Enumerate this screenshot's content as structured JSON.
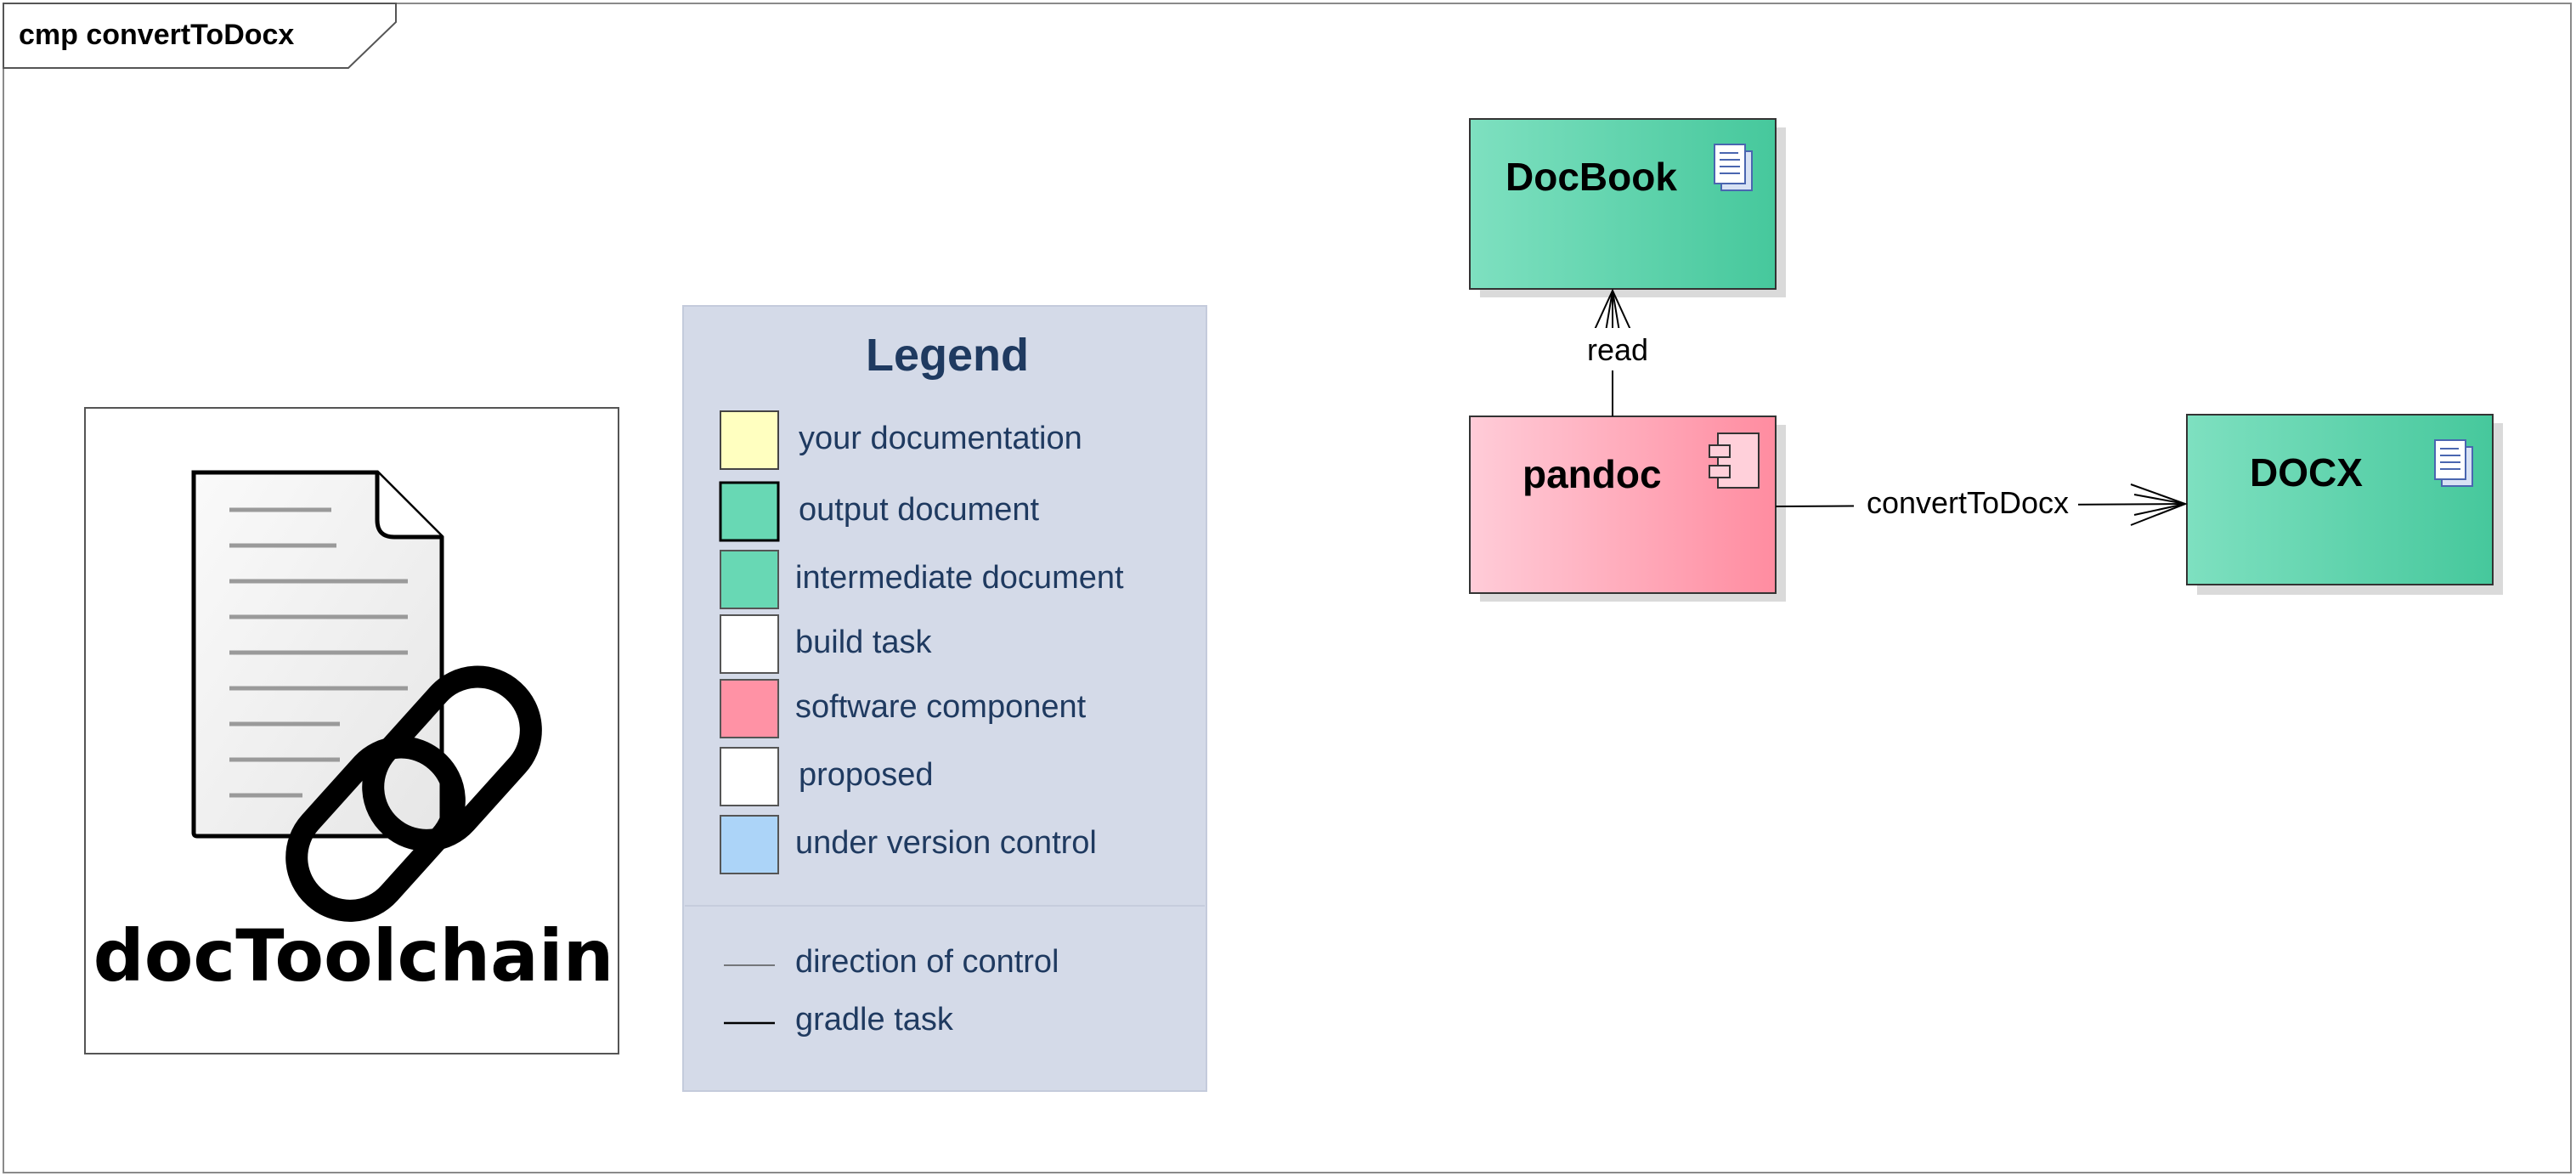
{
  "frame": {
    "title": "cmp convertToDocx"
  },
  "logo": {
    "text": "docToolchain"
  },
  "legend": {
    "title": "Legend",
    "items": [
      {
        "label": "your documentation",
        "color": "#ffffc0"
      },
      {
        "label": "output document",
        "color": "#68d8b4"
      },
      {
        "label": "intermediate document",
        "color": "#68d8b4"
      },
      {
        "label": "build task",
        "color": "#ffffff"
      },
      {
        "label": "software component",
        "color": "#ff92a5"
      },
      {
        "label": "proposed",
        "color": "#ffffff"
      },
      {
        "label": "under version control",
        "color": "#acd4f8"
      }
    ],
    "lines": [
      {
        "label": "direction of control"
      },
      {
        "label": "gradle task"
      }
    ]
  },
  "nodes": {
    "docbook": {
      "label": "DocBook",
      "icon": "document-icon"
    },
    "pandoc": {
      "label": "pandoc",
      "icon": "component-icon"
    },
    "docx": {
      "label": "DOCX",
      "icon": "document-icon"
    }
  },
  "edges": {
    "read": {
      "label": "read"
    },
    "convert": {
      "label": "convertToDocx"
    }
  },
  "colors": {
    "legend_bg": "#d4dae8",
    "legend_text": "#1f3a60",
    "green_light": "#7ee0c0",
    "green_dark": "#46c89c",
    "pink_light": "#ffc8d4",
    "pink_dark": "#ff8ca0"
  }
}
